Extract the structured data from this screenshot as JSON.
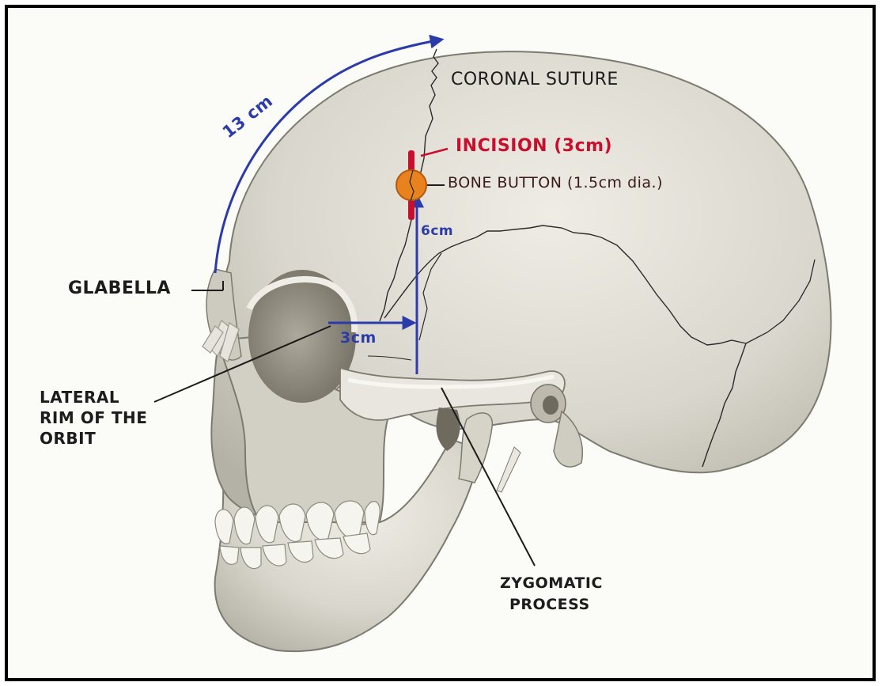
{
  "labels": {
    "arc_length": "13 cm",
    "coronal_suture": "CORONAL SUTURE",
    "incision": "INCISION (3cm)",
    "bone_button": "BONE BUTTON (1.5cm dia.)",
    "vertical_distance": "6cm",
    "glabella": "GLABELLA",
    "horizontal_distance": "3cm",
    "lateral_rim": [
      "LATERAL",
      "RIM OF THE",
      "ORBIT"
    ],
    "zygomatic_process": [
      "ZYGOMATIC",
      "PROCESS"
    ]
  },
  "colors": {
    "measurement": "#2b3caa",
    "incision": "#c8102e",
    "bone_button": "#e8821e",
    "bone": "#d9d7cd",
    "outline": "#1c1c1c"
  }
}
